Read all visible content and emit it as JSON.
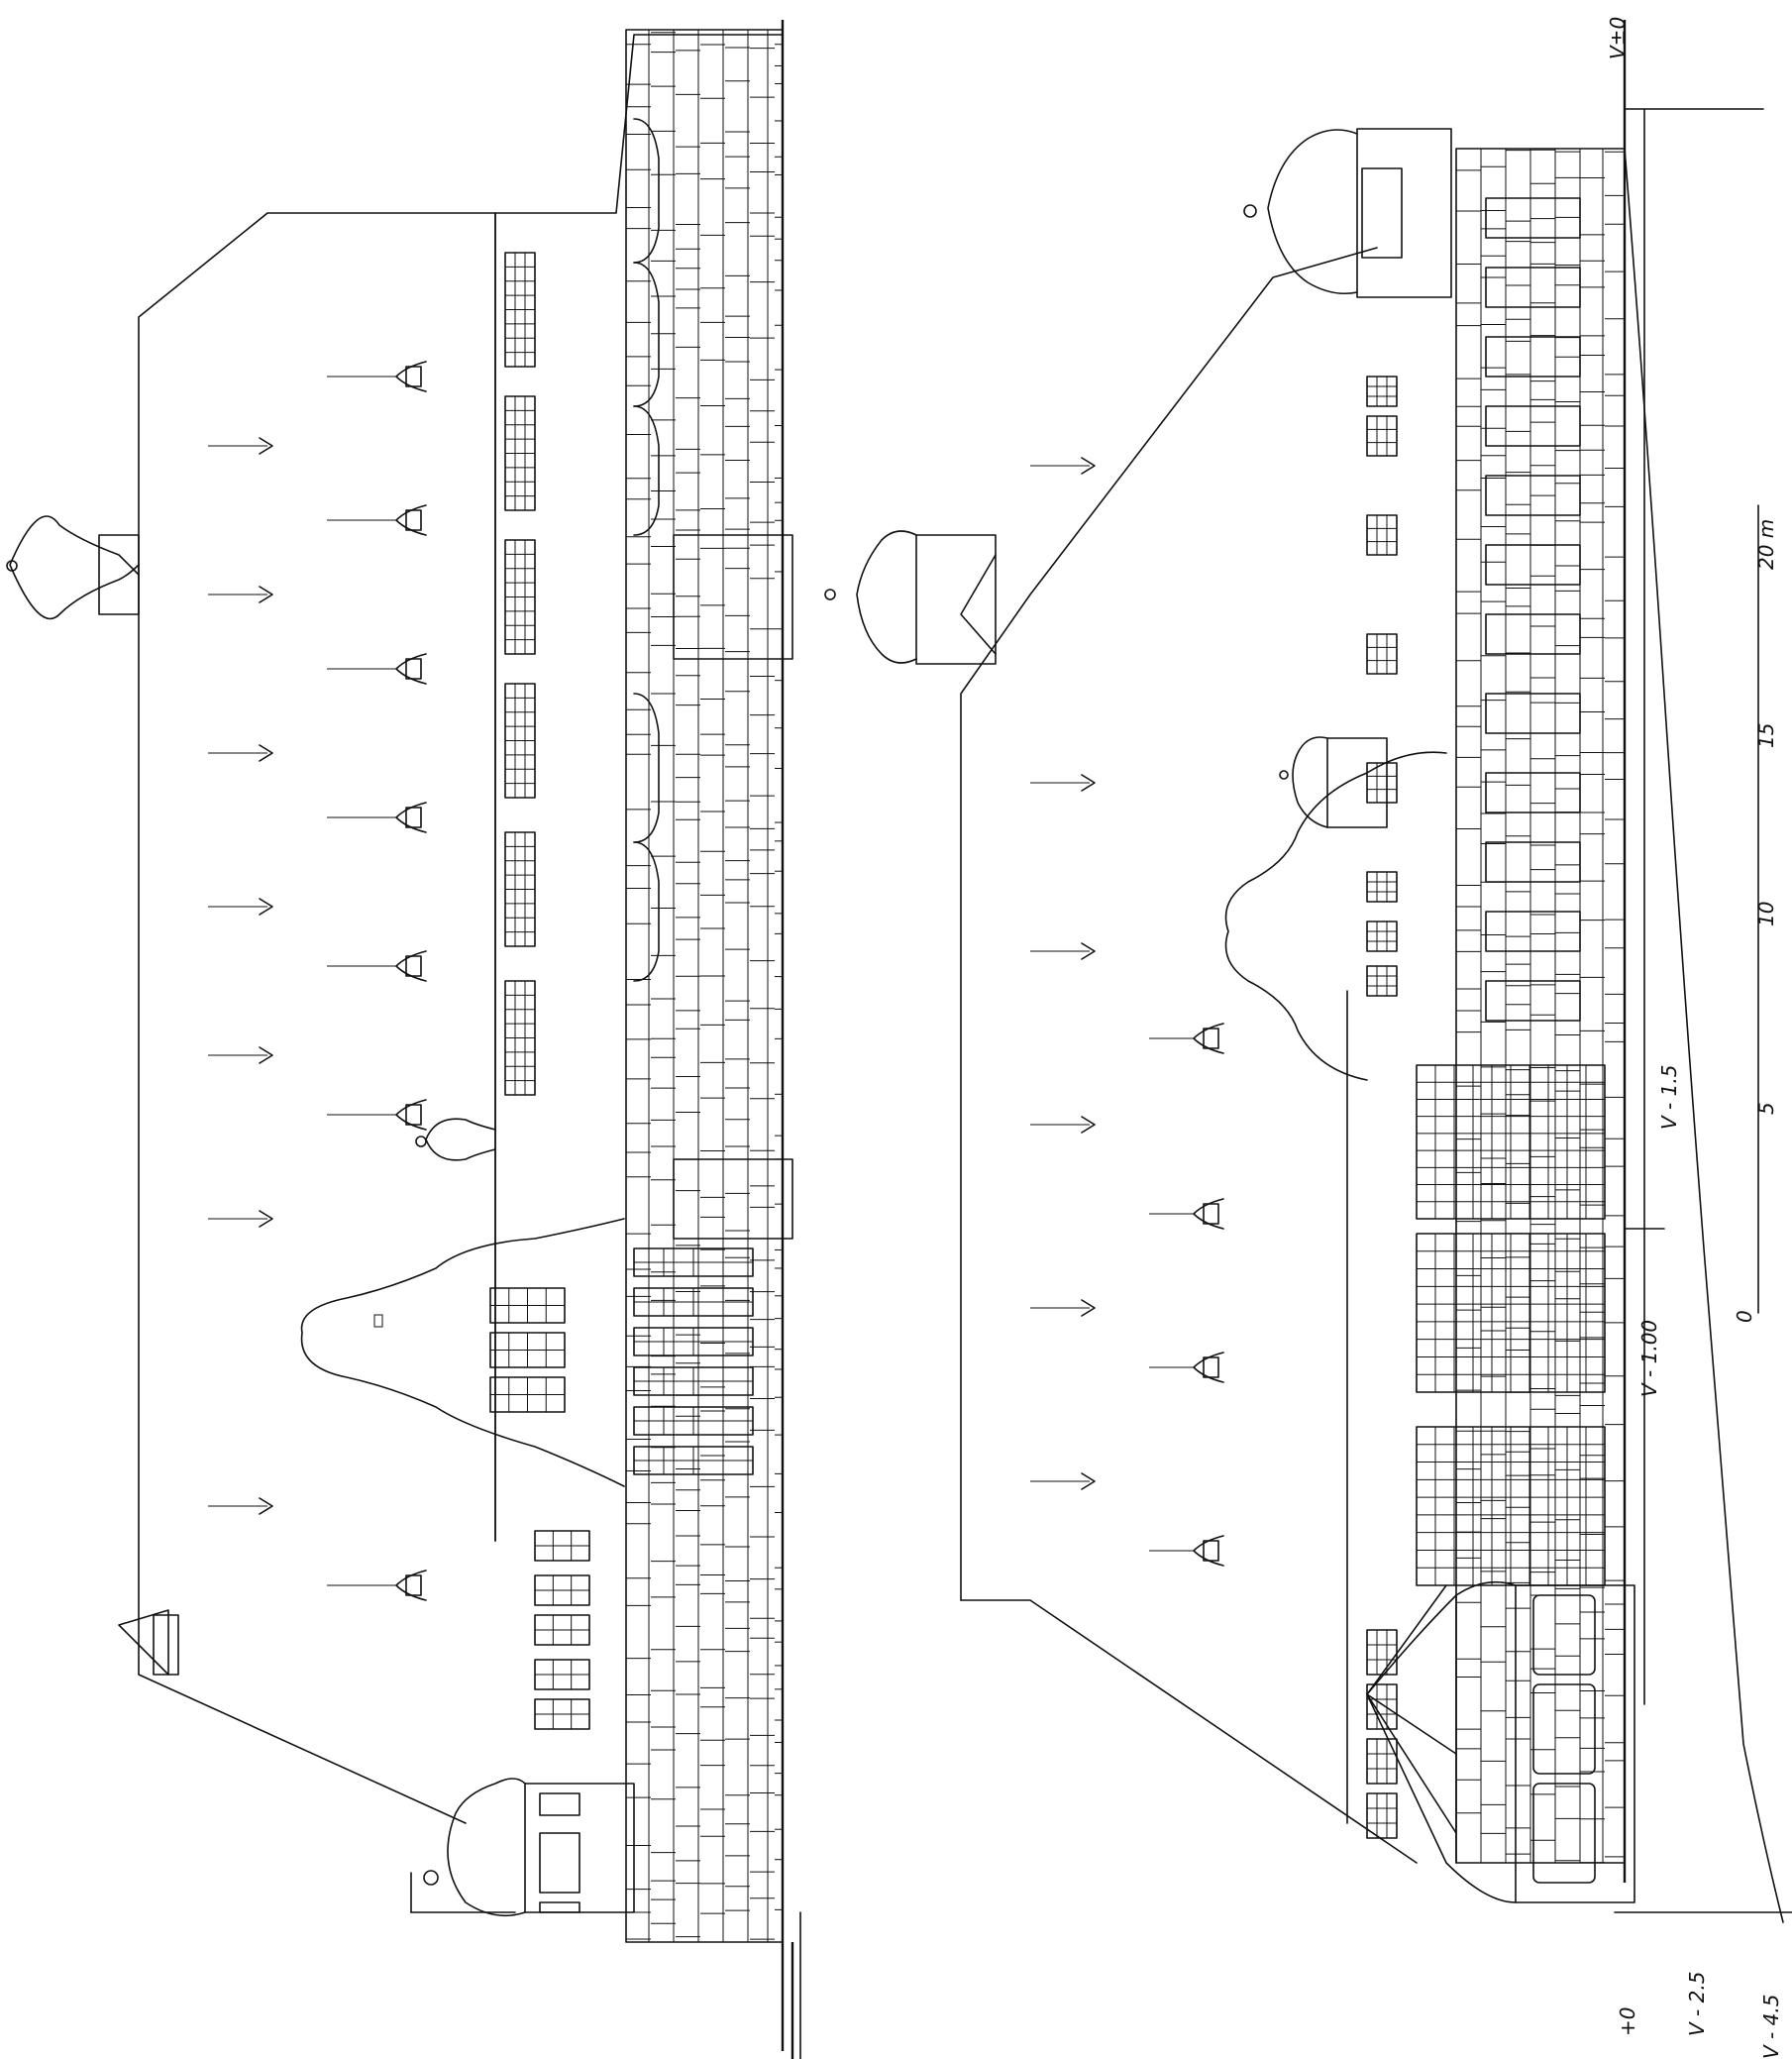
{
  "drawing": {
    "level_marks": [
      "V±0",
      "+0",
      "V - 2.5",
      "V - 4.5",
      "V - 1.5",
      "V - 1.00"
    ],
    "scale_bar": {
      "ticks": [
        "0",
        "5",
        "10",
        "15",
        "20 m"
      ]
    }
  }
}
